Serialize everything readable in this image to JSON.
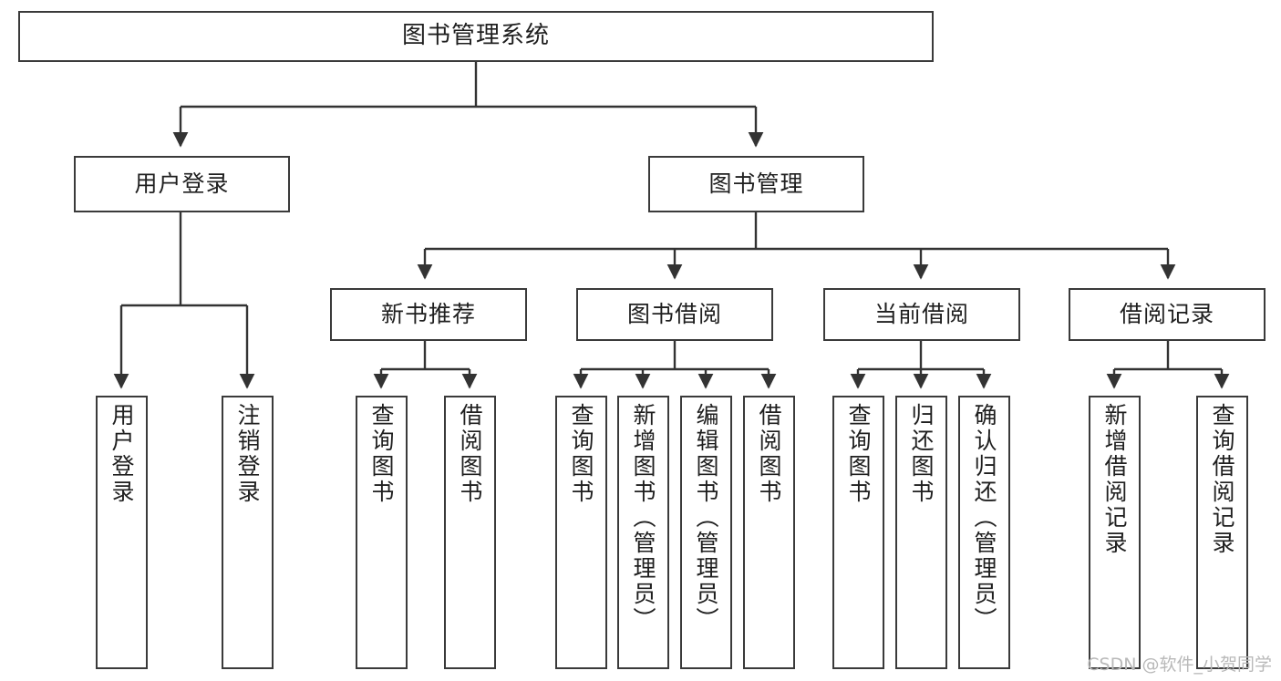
{
  "diagram": {
    "title": "图书管理系统",
    "type": "tree",
    "watermark": "CSDN @软件_小贺同学",
    "colors": {
      "box_border": "#3a3a3a",
      "box_fill": "#ffffff",
      "edge": "#333333",
      "text": "#1f1f1f",
      "watermark": "#b9b9b9",
      "background": "#ffffff"
    }
  },
  "nodes": {
    "root": {
      "label": "图书管理系统"
    },
    "level1": [
      {
        "id": "user-login",
        "label": "用户登录"
      },
      {
        "id": "book-manage",
        "label": "图书管理"
      }
    ],
    "level2": [
      {
        "id": "new-book-recommend",
        "label": "新书推荐"
      },
      {
        "id": "book-borrow",
        "label": "图书借阅"
      },
      {
        "id": "current-borrow",
        "label": "当前借阅"
      },
      {
        "id": "borrow-record",
        "label": "借阅记录"
      }
    ],
    "leaves": {
      "user-login": [
        {
          "id": "leaf-user-login",
          "label": "用户登录"
        },
        {
          "id": "leaf-user-logout",
          "label": "注销登录"
        }
      ],
      "new-book-recommend": [
        {
          "id": "leaf-query-book-1",
          "label": "查询图书"
        },
        {
          "id": "leaf-borrow-book-1",
          "label": "借阅图书"
        }
      ],
      "book-borrow": [
        {
          "id": "leaf-query-book-2",
          "label": "查询图书"
        },
        {
          "id": "leaf-add-book",
          "label": "新增图书（管理员）"
        },
        {
          "id": "leaf-edit-book",
          "label": "编辑图书（管理员）"
        },
        {
          "id": "leaf-borrow-book-2",
          "label": "借阅图书"
        }
      ],
      "current-borrow": [
        {
          "id": "leaf-query-book-3",
          "label": "查询图书"
        },
        {
          "id": "leaf-return-book",
          "label": "归还图书"
        },
        {
          "id": "leaf-confirm-return",
          "label": "确认归还（管理员）"
        }
      ],
      "borrow-record": [
        {
          "id": "leaf-add-record",
          "label": "新增借阅记录"
        },
        {
          "id": "leaf-query-record",
          "label": "查询借阅记录"
        }
      ]
    }
  }
}
